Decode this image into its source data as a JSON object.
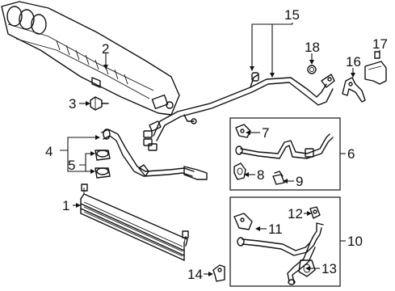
{
  "callouts": {
    "c1": "1",
    "c2": "2",
    "c3": "3",
    "c4": "4",
    "c5": "5",
    "c6": "6",
    "c7": "7",
    "c8": "8",
    "c9": "9",
    "c10": "10",
    "c11": "11",
    "c12": "12",
    "c13": "13",
    "c14": "14",
    "c15": "15",
    "c16": "16",
    "c17": "17",
    "c18": "18"
  },
  "colors": {
    "line": "#111111",
    "background": "#ffffff"
  }
}
